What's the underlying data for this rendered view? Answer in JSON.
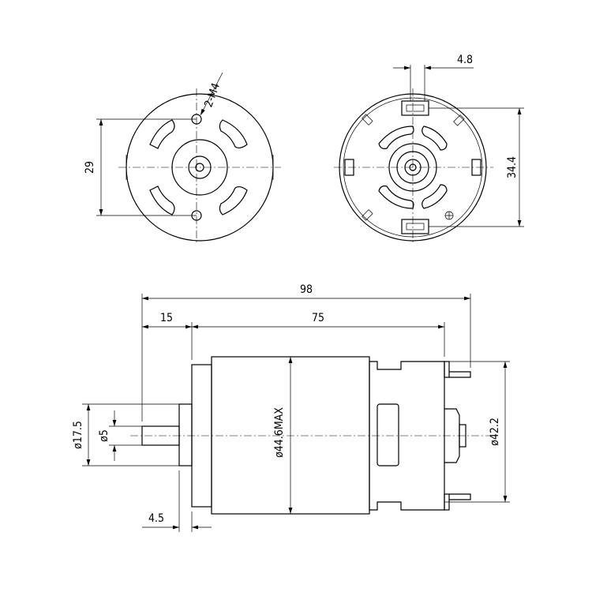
{
  "dimensions": {
    "total_length": "98",
    "body_length": "75",
    "shaft_extension": "15",
    "boss_length": "4.5",
    "boss_diameter": "ø17.5",
    "shaft_diameter": "ø5",
    "body_diameter_max": "ø44.6MAX",
    "end_cap_diameter": "ø42.2",
    "mounting_hole_spacing": "29",
    "mounting_thread": "2-M4",
    "terminal_spacing": "34.4",
    "terminal_width": "4.8"
  }
}
